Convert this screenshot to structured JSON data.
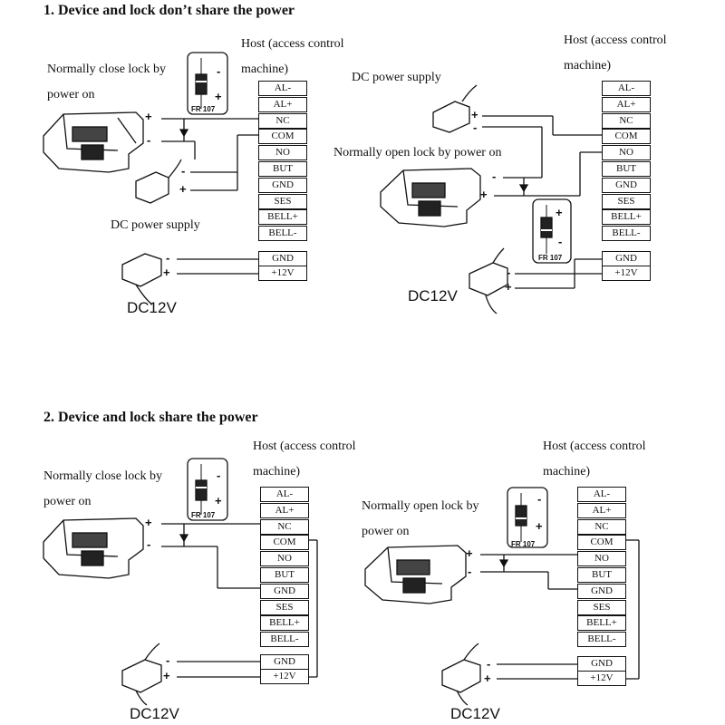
{
  "sections": [
    {
      "title": "1. Device and lock don’t share the power",
      "diagrams": [
        {
          "host_label": "Host (access control machine)",
          "lock_label": "Normally close lock by power on",
          "dc_supply_label": "DC power supply",
          "dc12_label": "DC12V",
          "diode_label": "FR 107",
          "terminals": [
            "AL-",
            "AL+",
            "NC",
            "COM",
            "NO",
            "BUT",
            "GND",
            "SES",
            "BELL+",
            "BELL-"
          ],
          "power_terminals": [
            "GND",
            "+12V"
          ]
        },
        {
          "host_label": "Host (access control machine)",
          "lock_label": "Normally open lock by power on",
          "dc_supply_label": "DC power supply",
          "dc12_label": "DC12V",
          "diode_label": "FR 107",
          "terminals": [
            "AL-",
            "AL+",
            "NC",
            "COM",
            "NO",
            "BUT",
            "GND",
            "SES",
            "BELL+",
            "BELL-"
          ],
          "power_terminals": [
            "GND",
            "+12V"
          ]
        }
      ]
    },
    {
      "title": "2. Device and lock share the power",
      "diagrams": [
        {
          "host_label": "Host (access control machine)",
          "lock_label": "Normally close lock by power on",
          "dc12_label": "DC12V",
          "diode_label": "FR 107",
          "terminals": [
            "AL-",
            "AL+",
            "NC",
            "COM",
            "NO",
            "BUT",
            "GND",
            "SES",
            "BELL+",
            "BELL-"
          ],
          "power_terminals": [
            "GND",
            "+12V"
          ]
        },
        {
          "host_label": "Host (access control machine)",
          "lock_label": "Normally open lock by power on",
          "dc12_label": "DC12V",
          "diode_label": "FR 107",
          "terminals": [
            "AL-",
            "AL+",
            "NC",
            "COM",
            "NO",
            "BUT",
            "GND",
            "SES",
            "BELL+",
            "BELL-"
          ],
          "power_terminals": [
            "GND",
            "+12V"
          ]
        }
      ]
    }
  ],
  "symbols": {
    "plus": "+",
    "minus": "-"
  }
}
